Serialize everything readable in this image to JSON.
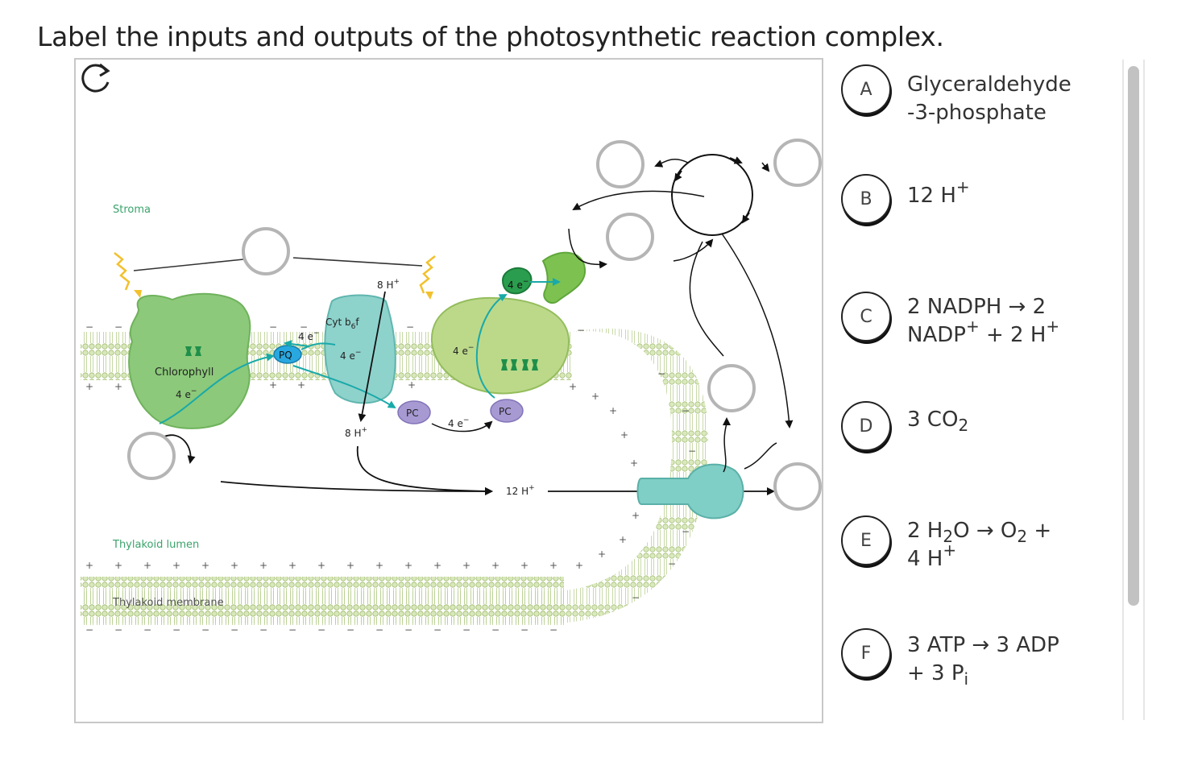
{
  "question": "Label the inputs and outputs of the photosynthetic reaction complex.",
  "diagram": {
    "stroma_label": "Stroma",
    "lumen_label": "Thylakoid lumen",
    "membrane_label": "Thylakoid membrane",
    "chlorophyll_label": "Chlorophyll",
    "cyt_label_main": "Cyt b",
    "cyt_label_sub": "6",
    "cyt_label_end": "f",
    "pq_label": "PQ",
    "pc_label": "PC",
    "e4": "4 e",
    "h8": "8 H",
    "h12": "12 H",
    "minus": "−",
    "plus": "+"
  },
  "options": [
    {
      "letter": "A",
      "text": "Glyceraldehyde -3-phosphate"
    },
    {
      "letter": "B",
      "text": "12 H",
      "sup": "+"
    },
    {
      "letter": "C",
      "line1": "2 NADPH → 2",
      "line2a": "NADP",
      "line2b": " + 2 H"
    },
    {
      "letter": "D",
      "text": "3 CO",
      "sub": "2"
    },
    {
      "letter": "E",
      "line1a": "2 H",
      "line1b": "O → O",
      "line1c": " +",
      "line2": "4 H"
    },
    {
      "letter": "F",
      "line1": "3 ATP → 3 ADP",
      "line2a": "+ 3 P",
      "line2b": "i"
    }
  ],
  "colors": {
    "psii_green": "#8cc97a",
    "psi_green": "#bcd98a",
    "cyt_teal": "#8ed2cc",
    "pq_blue": "#29a8e0",
    "pc_purple": "#a79ad3",
    "atp_synthase": "#7fcfc6",
    "electron_path": "#19a9a9"
  }
}
